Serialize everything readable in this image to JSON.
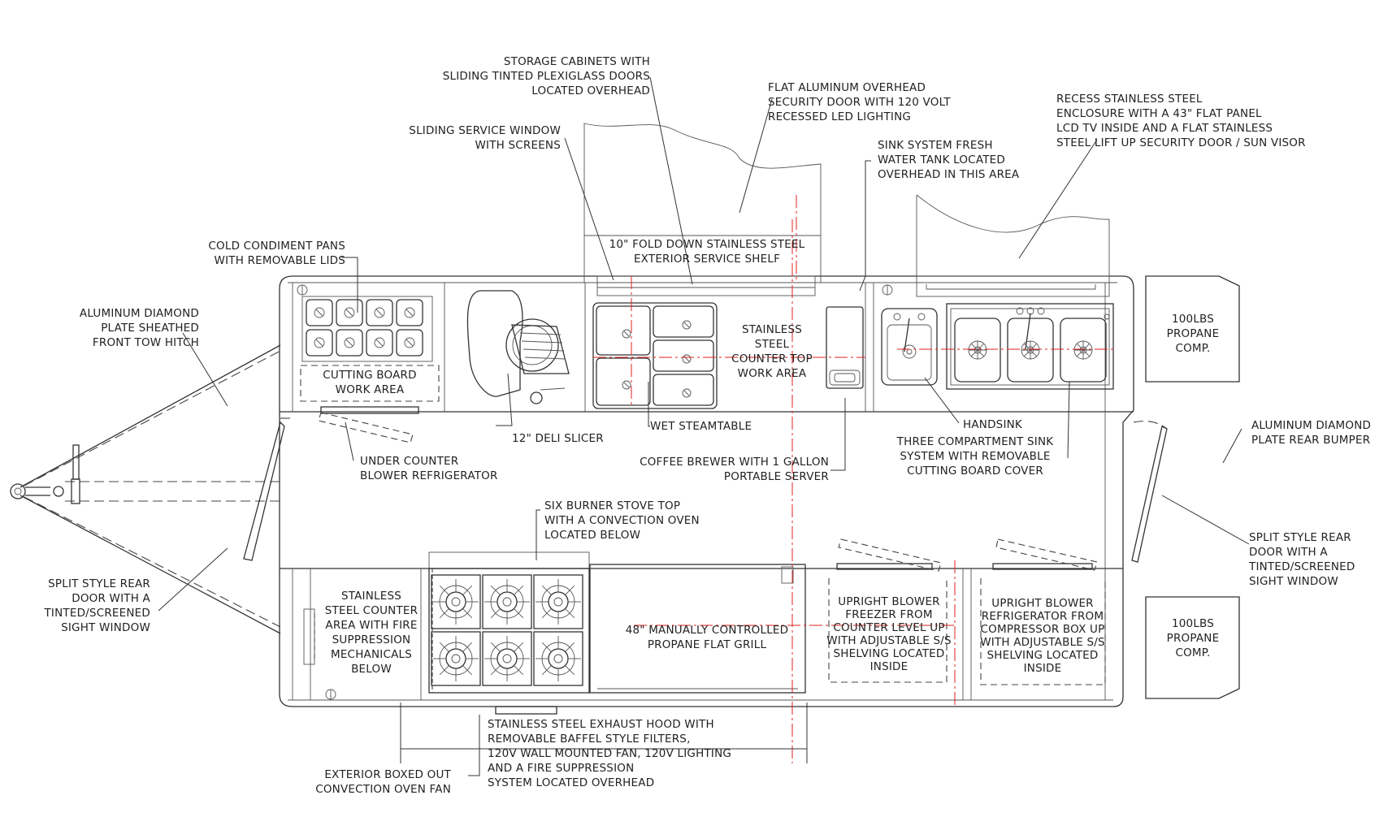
{
  "labels": {
    "storage_cabinets": [
      "STORAGE CABINETS WITH",
      "SLIDING TINTED PLEXIGLASS DOORS",
      "LOCATED OVERHEAD"
    ],
    "flat_aluminum_door": [
      "FLAT ALUMINUM OVERHEAD",
      "SECURITY DOOR WITH 120 VOLT",
      "RECESSED LED LIGHTING"
    ],
    "recess_tv": [
      "RECESS STAINLESS STEEL",
      "ENCLOSURE WITH A 43\" FLAT PANEL",
      "LCD TV INSIDE AND A FLAT STAINLESS",
      "STEEL LIFT UP SECURITY DOOR / SUN VISOR"
    ],
    "sliding_window": [
      "SLIDING SERVICE WINDOW",
      "WITH SCREENS"
    ],
    "sink_water_tank": [
      "SINK SYSTEM FRESH",
      "WATER TANK LOCATED",
      "OVERHEAD IN THIS AREA"
    ],
    "condiment_pans": [
      "COLD CONDIMENT PANS",
      "WITH REMOVABLE LIDS"
    ],
    "service_shelf": [
      "10\" FOLD DOWN STAINLESS STEEL",
      "EXTERIOR SERVICE SHELF"
    ],
    "tow_hitch": [
      "ALUMINUM DIAMOND",
      "PLATE SHEATHED",
      "FRONT TOW HITCH"
    ],
    "cutting_board": [
      "CUTTING BOARD",
      "WORK AREA"
    ],
    "counter_top": [
      "STAINLESS",
      "STEEL",
      "COUNTER TOP",
      "WORK AREA"
    ],
    "propane_top": [
      "100LBS",
      "PROPANE",
      "COMP."
    ],
    "propane_bottom": [
      "100LBS",
      "PROPANE",
      "COMP."
    ],
    "wet_steamtable": "WET STEAMTABLE",
    "deli_slicer": "12\" DELI SLICER",
    "handsink": "HANDSINK",
    "rear_bumper": [
      "ALUMINUM DIAMOND",
      "PLATE REAR BUMPER"
    ],
    "three_comp_sink": [
      "THREE COMPARTMENT SINK",
      "SYSTEM WITH REMOVABLE",
      "CUTTING BOARD COVER"
    ],
    "under_counter_fridge": [
      "UNDER COUNTER",
      "BLOWER REFRIGERATOR"
    ],
    "coffee_brewer": [
      "COFFEE BREWER WITH 1 GALLON",
      "PORTABLE SERVER"
    ],
    "six_burner": [
      "SIX BURNER STOVE TOP",
      "WITH A CONVECTION OVEN",
      "LOCATED BELOW"
    ],
    "split_door_left": [
      "SPLIT STYLE REAR",
      "DOOR WITH A",
      "TINTED/SCREENED",
      "SIGHT WINDOW"
    ],
    "split_door_right": [
      "SPLIT STYLE REAR",
      "DOOR WITH A",
      "TINTED/SCREENED",
      "SIGHT WINDOW"
    ],
    "fire_suppression_counter": [
      "STAINLESS",
      "STEEL COUNTER",
      "AREA WITH FIRE",
      "SUPPRESSION",
      "MECHANICALS",
      "BELOW"
    ],
    "flat_grill": [
      "48\" MANUALLY CONTROLLED",
      "PROPANE FLAT GRILL"
    ],
    "upright_freezer": [
      "UPRIGHT BLOWER",
      "FREEZER FROM",
      "COUNTER LEVEL UP",
      "WITH ADJUSTABLE S/S",
      "SHELVING LOCATED",
      "INSIDE"
    ],
    "upright_fridge": [
      "UPRIGHT BLOWER",
      "REFRIGERATOR FROM",
      "COMPRESSOR BOX UP",
      "WITH ADJUSTABLE S/S",
      "SHELVING LOCATED",
      "INSIDE"
    ],
    "exhaust_hood": [
      "STAINLESS STEEL EXHAUST HOOD WITH",
      "REMOVABLE BAFFEL STYLE FILTERS,",
      "120V WALL MOUNTED FAN, 120V LIGHTING",
      "AND A FIRE SUPPRESSION",
      "SYSTEM LOCATED OVERHEAD"
    ],
    "oven_fan": [
      "EXTERIOR BOXED OUT",
      "CONVECTION OVEN FAN"
    ]
  }
}
